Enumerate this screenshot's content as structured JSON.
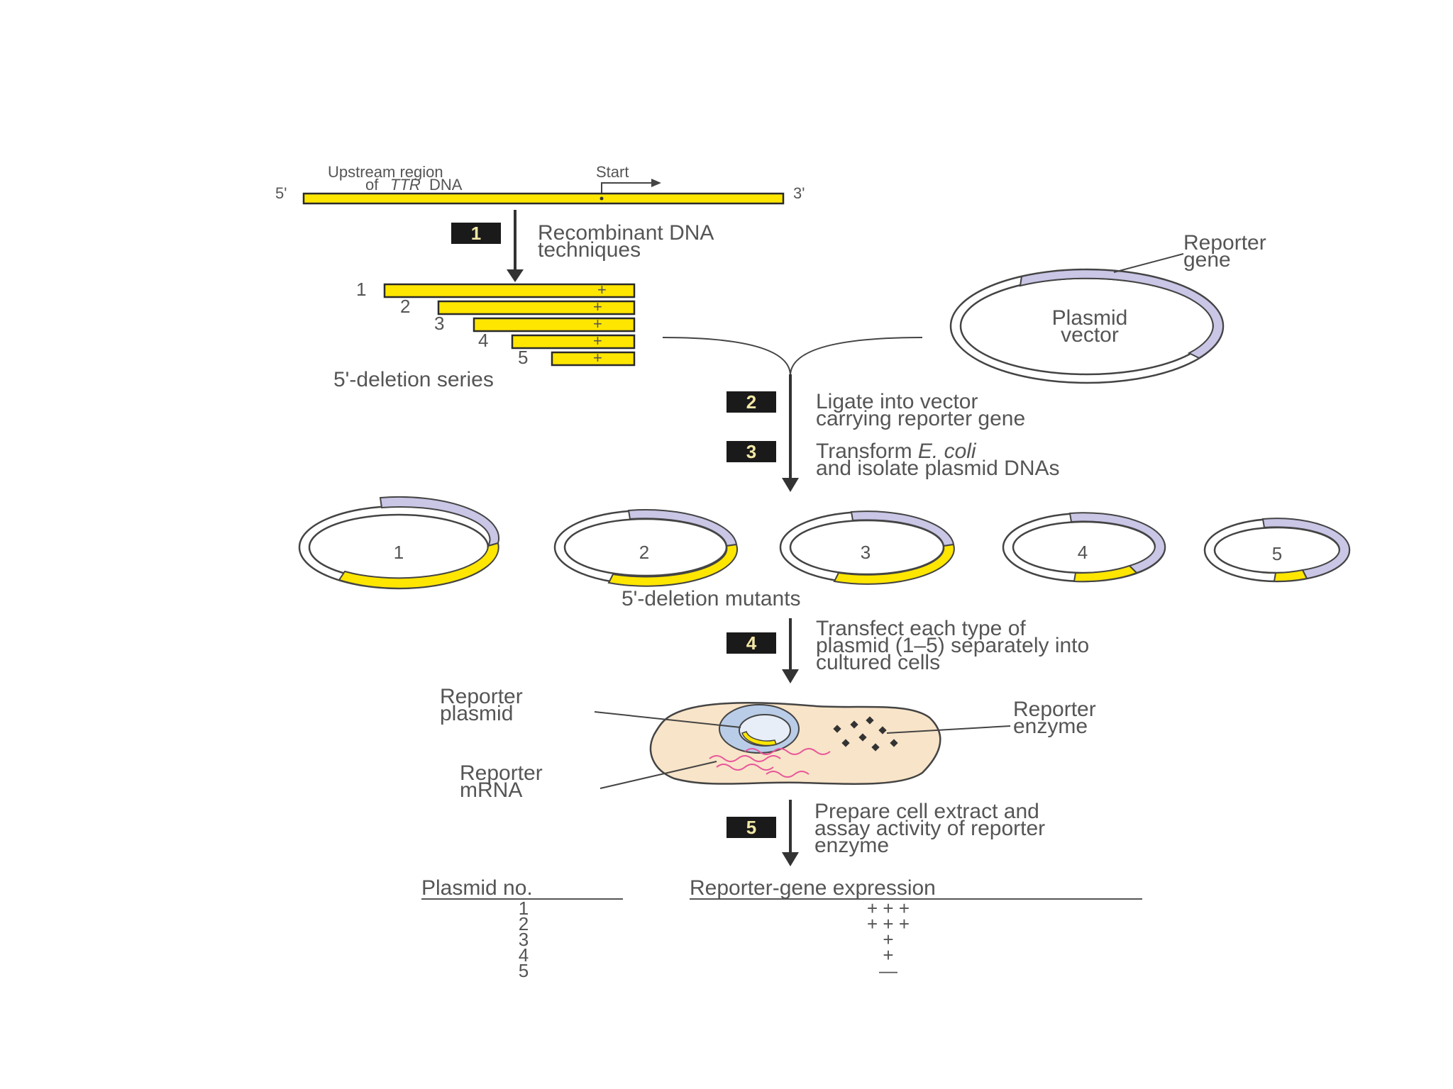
{
  "top_dna": {
    "label_upstream": "Upstream region",
    "label_of": "of",
    "label_ttr": "TTR",
    "label_dna": "DNA",
    "label_start": "Start",
    "end_5": "5'",
    "end_3": "3'"
  },
  "steps": {
    "s1": {
      "num": "1",
      "line1": "Recombinant DNA",
      "line2": "techniques"
    },
    "s2": {
      "num": "2",
      "line1": "Ligate into vector",
      "line2": "carrying reporter gene"
    },
    "s3": {
      "num": "3",
      "line1_prefix": "Transform ",
      "line1_italic": "E. coli",
      "line2": "and isolate plasmid DNAs"
    },
    "s4": {
      "num": "4",
      "line1": "Transfect each type of",
      "line2": "plasmid (1–5) separately into",
      "line3": "cultured cells"
    },
    "s5": {
      "num": "5",
      "line1": "Prepare cell extract and",
      "line2": "assay activity of reporter",
      "line3": "enzyme"
    }
  },
  "deletion_series": {
    "numbers": [
      "1",
      "2",
      "3",
      "4",
      "5"
    ],
    "caption": "5'-deletion series"
  },
  "plasmid_vector": {
    "line1": "Plasmid",
    "line2": "vector",
    "reporter_line1": "Reporter",
    "reporter_line2": "gene"
  },
  "mutants": {
    "numbers": [
      "1",
      "2",
      "3",
      "4",
      "5"
    ],
    "caption": "5'-deletion mutants"
  },
  "cell": {
    "plasmid_l1": "Reporter",
    "plasmid_l2": "plasmid",
    "enzyme_l1": "Reporter",
    "enzyme_l2": "enzyme",
    "mrna_l1": "Reporter",
    "mrna_l2": "mRNA"
  },
  "results": {
    "col1_header": "Plasmid no.",
    "col2_header": "Reporter-gene expression",
    "rows": [
      {
        "no": "1",
        "expr": "+ + +"
      },
      {
        "no": "2",
        "expr": "+ + +"
      },
      {
        "no": "3",
        "expr": "+"
      },
      {
        "no": "4",
        "expr": "+"
      },
      {
        "no": "5",
        "expr": "—"
      }
    ]
  },
  "colors": {
    "yellow": "#ffe600",
    "reporter_purple": "#c9c6e6",
    "cell_fill": "#f8e4c8",
    "nucleus": "#b9cde8",
    "mrna": "#e8559a",
    "step_box": "#1a1a1a"
  }
}
